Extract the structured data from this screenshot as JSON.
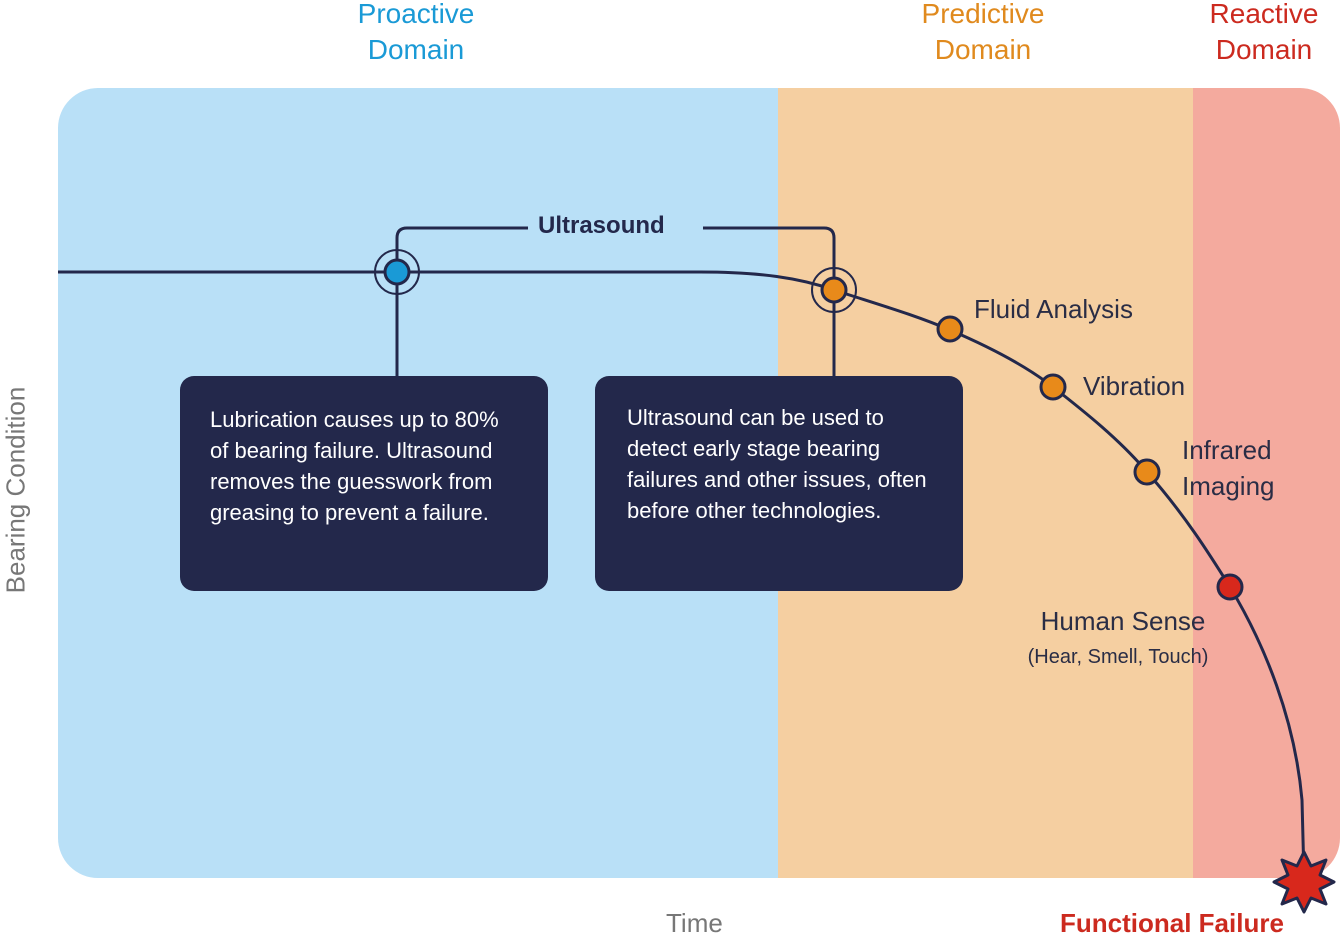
{
  "domains": {
    "proactive": {
      "line1": "Proactive",
      "line2": "Domain",
      "color": "#1a9ad6",
      "fill": "#b9e0f7"
    },
    "predictive": {
      "line1": "Predictive",
      "line2": "Domain",
      "color": "#e08a1e",
      "fill": "#f5cfa1"
    },
    "reactive": {
      "line1": "Reactive",
      "line2": "Domain",
      "color": "#cc2a1f",
      "fill": "#f4aa9e"
    }
  },
  "bracket_label": "Ultrasound",
  "callouts": {
    "left": "Lubrication causes up to 80% of bearing failure. Ultrasound removes the guesswork from greasing to prevent a failure.",
    "right": "Ultrasound can be used to detect early stage bearing failures and other issues, often before other technologies."
  },
  "techniques": {
    "fluid": "Fluid Analysis",
    "vibration": "Vibration",
    "infrared_line1": "Infrared",
    "infrared_line2": "Imaging",
    "human": "Human Sense",
    "human_sub": "(Hear, Smell, Touch)"
  },
  "axes": {
    "y": "Bearing Condition",
    "x": "Time"
  },
  "failure_label": "Functional Failure",
  "colors": {
    "line": "#23284b",
    "dot_blue": "#1a9ad6",
    "dot_orange": "#e88a1a",
    "dot_red": "#d8281c"
  }
}
